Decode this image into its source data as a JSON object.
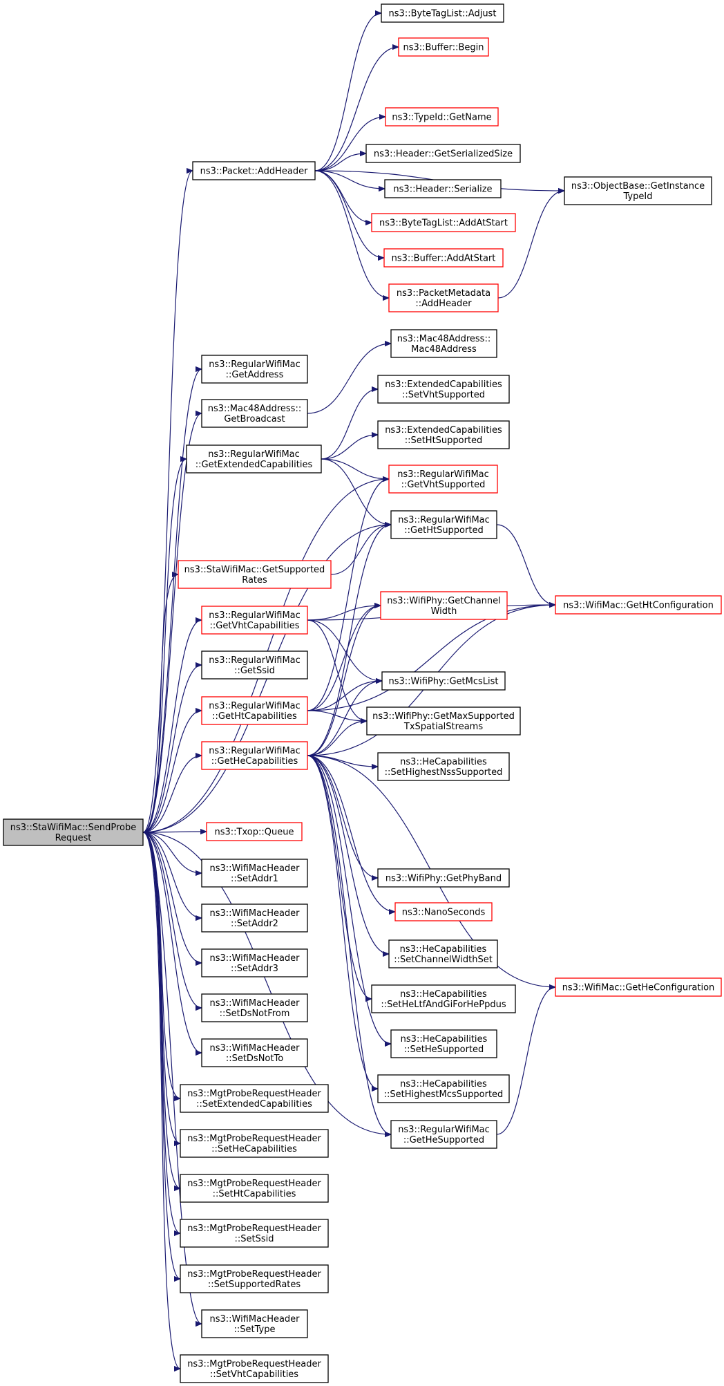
{
  "diagram": {
    "root": "n_root",
    "colors": {
      "root_fill": "#bfbfbf",
      "root_border": "#000000",
      "node_fill": "#ffffff",
      "normal_border": "#000000",
      "undocumented_border": "#ff0000",
      "edge": "#191970"
    },
    "nodes": [
      {
        "id": "n_root",
        "lines": [
          "ns3::StaWifiMac::SendProbe",
          "Request"
        ],
        "style": "root"
      },
      {
        "id": "n_addheader",
        "lines": [
          "ns3::Packet::AddHeader"
        ],
        "style": "normal"
      },
      {
        "id": "n_btl_adjust",
        "lines": [
          "ns3::ByteTagList::Adjust"
        ],
        "style": "normal"
      },
      {
        "id": "n_buf_begin",
        "lines": [
          "ns3::Buffer::Begin"
        ],
        "style": "red"
      },
      {
        "id": "n_typeid_getname",
        "lines": [
          "ns3::TypeId::GetName"
        ],
        "style": "red"
      },
      {
        "id": "n_hdr_getser",
        "lines": [
          "ns3::Header::GetSerializedSize"
        ],
        "style": "normal"
      },
      {
        "id": "n_hdr_ser",
        "lines": [
          "ns3::Header::Serialize"
        ],
        "style": "normal"
      },
      {
        "id": "n_btl_addstart",
        "lines": [
          "ns3::ByteTagList::AddAtStart"
        ],
        "style": "red"
      },
      {
        "id": "n_buf_addstart",
        "lines": [
          "ns3::Buffer::AddAtStart"
        ],
        "style": "red"
      },
      {
        "id": "n_pm_addheader",
        "lines": [
          "ns3::PacketMetadata",
          "::AddHeader"
        ],
        "style": "red"
      },
      {
        "id": "n_objbase_gti",
        "lines": [
          "ns3::ObjectBase::GetInstance",
          "TypeId"
        ],
        "style": "normal"
      },
      {
        "id": "n_rwm_getaddress",
        "lines": [
          "ns3::RegularWifiMac",
          "::GetAddress"
        ],
        "style": "normal"
      },
      {
        "id": "n_mac48_getbroadcast",
        "lines": [
          "ns3::Mac48Address::",
          "GetBroadcast"
        ],
        "style": "normal"
      },
      {
        "id": "n_mac48_ctor",
        "lines": [
          "ns3::Mac48Address::",
          "Mac48Address"
        ],
        "style": "normal"
      },
      {
        "id": "n_rwm_getextcap",
        "lines": [
          "ns3::RegularWifiMac",
          "::GetExtendedCapabilities"
        ],
        "style": "normal"
      },
      {
        "id": "n_extcap_setvht",
        "lines": [
          "ns3::ExtendedCapabilities",
          "::SetVhtSupported"
        ],
        "style": "normal"
      },
      {
        "id": "n_extcap_setht",
        "lines": [
          "ns3::ExtendedCapabilities",
          "::SetHtSupported"
        ],
        "style": "normal"
      },
      {
        "id": "n_rwm_getvhtsupp",
        "lines": [
          "ns3::RegularWifiMac",
          "::GetVhtSupported"
        ],
        "style": "red"
      },
      {
        "id": "n_rwm_gethtsupp",
        "lines": [
          "ns3::RegularWifiMac",
          "::GetHtSupported"
        ],
        "style": "normal"
      },
      {
        "id": "n_swm_getsuprates",
        "lines": [
          "ns3::StaWifiMac::GetSupported",
          "Rates"
        ],
        "style": "red"
      },
      {
        "id": "n_rwm_getvhtcap",
        "lines": [
          "ns3::RegularWifiMac",
          "::GetVhtCapabilities"
        ],
        "style": "red"
      },
      {
        "id": "n_phy_getchw",
        "lines": [
          "ns3::WifiPhy::GetChannel",
          "Width"
        ],
        "style": "red"
      },
      {
        "id": "n_wm_gethtconf",
        "lines": [
          "ns3::WifiMac::GetHtConfiguration"
        ],
        "style": "red"
      },
      {
        "id": "n_rwm_getssid",
        "lines": [
          "ns3::RegularWifiMac",
          "::GetSsid"
        ],
        "style": "normal"
      },
      {
        "id": "n_rwm_gethtcap",
        "lines": [
          "ns3::RegularWifiMac",
          "::GetHtCapabilities"
        ],
        "style": "red"
      },
      {
        "id": "n_phy_getmcslist",
        "lines": [
          "ns3::WifiPhy::GetMcsList"
        ],
        "style": "normal"
      },
      {
        "id": "n_phy_getmaxss",
        "lines": [
          "ns3::WifiPhy::GetMaxSupported",
          "TxSpatialStreams"
        ],
        "style": "normal"
      },
      {
        "id": "n_rwm_gethecap",
        "lines": [
          "ns3::RegularWifiMac",
          "::GetHeCapabilities"
        ],
        "style": "red"
      },
      {
        "id": "n_hecap_sethighnss",
        "lines": [
          "ns3::HeCapabilities",
          "::SetHighestNssSupported"
        ],
        "style": "normal"
      },
      {
        "id": "n_txop_queue",
        "lines": [
          "ns3::Txop::Queue"
        ],
        "style": "red"
      },
      {
        "id": "n_phy_getphyband",
        "lines": [
          "ns3::WifiPhy::GetPhyBand"
        ],
        "style": "normal"
      },
      {
        "id": "n_nanoseconds",
        "lines": [
          "ns3::NanoSeconds"
        ],
        "style": "red"
      },
      {
        "id": "n_hecap_setchwset",
        "lines": [
          "ns3::HeCapabilities",
          "::SetChannelWidthSet"
        ],
        "style": "normal"
      },
      {
        "id": "n_hecap_setheltf",
        "lines": [
          "ns3::HeCapabilities",
          "::SetHeLtfAndGiForHePpdus"
        ],
        "style": "normal"
      },
      {
        "id": "n_hecap_sethesupp",
        "lines": [
          "ns3::HeCapabilities",
          "::SetHeSupported"
        ],
        "style": "normal"
      },
      {
        "id": "n_hecap_sethighmcs",
        "lines": [
          "ns3::HeCapabilities",
          "::SetHighestMcsSupported"
        ],
        "style": "normal"
      },
      {
        "id": "n_rwm_gethesupp",
        "lines": [
          "ns3::RegularWifiMac",
          "::GetHeSupported"
        ],
        "style": "normal"
      },
      {
        "id": "n_wm_getheconf",
        "lines": [
          "ns3::WifiMac::GetHeConfiguration"
        ],
        "style": "red"
      },
      {
        "id": "n_wmh_setaddr1",
        "lines": [
          "ns3::WifiMacHeader",
          "::SetAddr1"
        ],
        "style": "normal"
      },
      {
        "id": "n_wmh_setaddr2",
        "lines": [
          "ns3::WifiMacHeader",
          "::SetAddr2"
        ],
        "style": "normal"
      },
      {
        "id": "n_wmh_setaddr3",
        "lines": [
          "ns3::WifiMacHeader",
          "::SetAddr3"
        ],
        "style": "normal"
      },
      {
        "id": "n_wmh_setdsnotfrom",
        "lines": [
          "ns3::WifiMacHeader",
          "::SetDsNotFrom"
        ],
        "style": "normal"
      },
      {
        "id": "n_wmh_setdsnotto",
        "lines": [
          "ns3::WifiMacHeader",
          "::SetDsNotTo"
        ],
        "style": "normal"
      },
      {
        "id": "n_mprh_setextcap",
        "lines": [
          "ns3::MgtProbeRequestHeader",
          "::SetExtendedCapabilities"
        ],
        "style": "normal"
      },
      {
        "id": "n_mprh_sethecap",
        "lines": [
          "ns3::MgtProbeRequestHeader",
          "::SetHeCapabilities"
        ],
        "style": "normal"
      },
      {
        "id": "n_mprh_sethtcap",
        "lines": [
          "ns3::MgtProbeRequestHeader",
          "::SetHtCapabilities"
        ],
        "style": "normal"
      },
      {
        "id": "n_mprh_setssid",
        "lines": [
          "ns3::MgtProbeRequestHeader",
          "::SetSsid"
        ],
        "style": "normal"
      },
      {
        "id": "n_mprh_setsuprates",
        "lines": [
          "ns3::MgtProbeRequestHeader",
          "::SetSupportedRates"
        ],
        "style": "normal"
      },
      {
        "id": "n_wmh_settype",
        "lines": [
          "ns3::WifiMacHeader",
          "::SetType"
        ],
        "style": "normal"
      },
      {
        "id": "n_mprh_setvhtcap",
        "lines": [
          "ns3::MgtProbeRequestHeader",
          "::SetVhtCapabilities"
        ],
        "style": "normal"
      }
    ],
    "edges": [
      [
        "n_root",
        "n_addheader"
      ],
      [
        "n_root",
        "n_rwm_getaddress"
      ],
      [
        "n_root",
        "n_mac48_getbroadcast"
      ],
      [
        "n_root",
        "n_rwm_getextcap"
      ],
      [
        "n_root",
        "n_rwm_getvhtsupp"
      ],
      [
        "n_root",
        "n_rwm_gethtsupp"
      ],
      [
        "n_root",
        "n_swm_getsuprates"
      ],
      [
        "n_root",
        "n_rwm_getvhtcap"
      ],
      [
        "n_root",
        "n_rwm_getssid"
      ],
      [
        "n_root",
        "n_rwm_gethtcap"
      ],
      [
        "n_root",
        "n_rwm_gethecap"
      ],
      [
        "n_root",
        "n_rwm_gethesupp"
      ],
      [
        "n_root",
        "n_txop_queue"
      ],
      [
        "n_root",
        "n_wmh_setaddr1"
      ],
      [
        "n_root",
        "n_wmh_setaddr2"
      ],
      [
        "n_root",
        "n_wmh_setaddr3"
      ],
      [
        "n_root",
        "n_wmh_setdsnotfrom"
      ],
      [
        "n_root",
        "n_wmh_setdsnotto"
      ],
      [
        "n_root",
        "n_mprh_setextcap"
      ],
      [
        "n_root",
        "n_mprh_sethecap"
      ],
      [
        "n_root",
        "n_mprh_sethtcap"
      ],
      [
        "n_root",
        "n_mprh_setssid"
      ],
      [
        "n_root",
        "n_mprh_setsuprates"
      ],
      [
        "n_root",
        "n_wmh_settype"
      ],
      [
        "n_root",
        "n_mprh_setvhtcap"
      ],
      [
        "n_addheader",
        "n_btl_adjust"
      ],
      [
        "n_addheader",
        "n_buf_begin"
      ],
      [
        "n_addheader",
        "n_objbase_gti"
      ],
      [
        "n_addheader",
        "n_typeid_getname"
      ],
      [
        "n_addheader",
        "n_hdr_getser"
      ],
      [
        "n_addheader",
        "n_hdr_ser"
      ],
      [
        "n_addheader",
        "n_btl_addstart"
      ],
      [
        "n_addheader",
        "n_buf_addstart"
      ],
      [
        "n_addheader",
        "n_pm_addheader"
      ],
      [
        "n_pm_addheader",
        "n_objbase_gti"
      ],
      [
        "n_mac48_getbroadcast",
        "n_mac48_ctor"
      ],
      [
        "n_rwm_getextcap",
        "n_extcap_setvht"
      ],
      [
        "n_rwm_getextcap",
        "n_extcap_setht"
      ],
      [
        "n_rwm_getextcap",
        "n_rwm_getvhtsupp"
      ],
      [
        "n_rwm_getextcap",
        "n_rwm_gethtsupp"
      ],
      [
        "n_rwm_gethtsupp",
        "n_wm_gethtconf"
      ],
      [
        "n_swm_getsuprates",
        "n_rwm_gethtsupp"
      ],
      [
        "n_rwm_getvhtcap",
        "n_phy_getchw"
      ],
      [
        "n_rwm_getvhtcap",
        "n_wm_gethtconf"
      ],
      [
        "n_rwm_getvhtcap",
        "n_phy_getmcslist"
      ],
      [
        "n_rwm_getvhtcap",
        "n_phy_getmaxss"
      ],
      [
        "n_rwm_gethtcap",
        "n_rwm_getvhtsupp"
      ],
      [
        "n_rwm_gethtcap",
        "n_phy_getchw"
      ],
      [
        "n_rwm_gethtcap",
        "n_wm_gethtconf"
      ],
      [
        "n_rwm_gethtcap",
        "n_phy_getmcslist"
      ],
      [
        "n_rwm_gethtcap",
        "n_phy_getmaxss"
      ],
      [
        "n_rwm_gethecap",
        "n_rwm_gethtsupp"
      ],
      [
        "n_rwm_gethecap",
        "n_phy_getchw"
      ],
      [
        "n_rwm_gethecap",
        "n_phy_getmcslist"
      ],
      [
        "n_rwm_gethecap",
        "n_phy_getmaxss"
      ],
      [
        "n_rwm_gethecap",
        "n_hecap_sethighnss"
      ],
      [
        "n_rwm_gethecap",
        "n_wm_gethtconf"
      ],
      [
        "n_rwm_gethecap",
        "n_wm_getheconf"
      ],
      [
        "n_rwm_gethecap",
        "n_phy_getphyband"
      ],
      [
        "n_rwm_gethecap",
        "n_nanoseconds"
      ],
      [
        "n_rwm_gethecap",
        "n_hecap_setchwset"
      ],
      [
        "n_rwm_gethecap",
        "n_hecap_setheltf"
      ],
      [
        "n_rwm_gethecap",
        "n_hecap_sethesupp"
      ],
      [
        "n_rwm_gethecap",
        "n_hecap_sethighmcs"
      ],
      [
        "n_rwm_gethecap",
        "n_rwm_gethesupp"
      ],
      [
        "n_rwm_gethesupp",
        "n_wm_getheconf"
      ]
    ]
  }
}
